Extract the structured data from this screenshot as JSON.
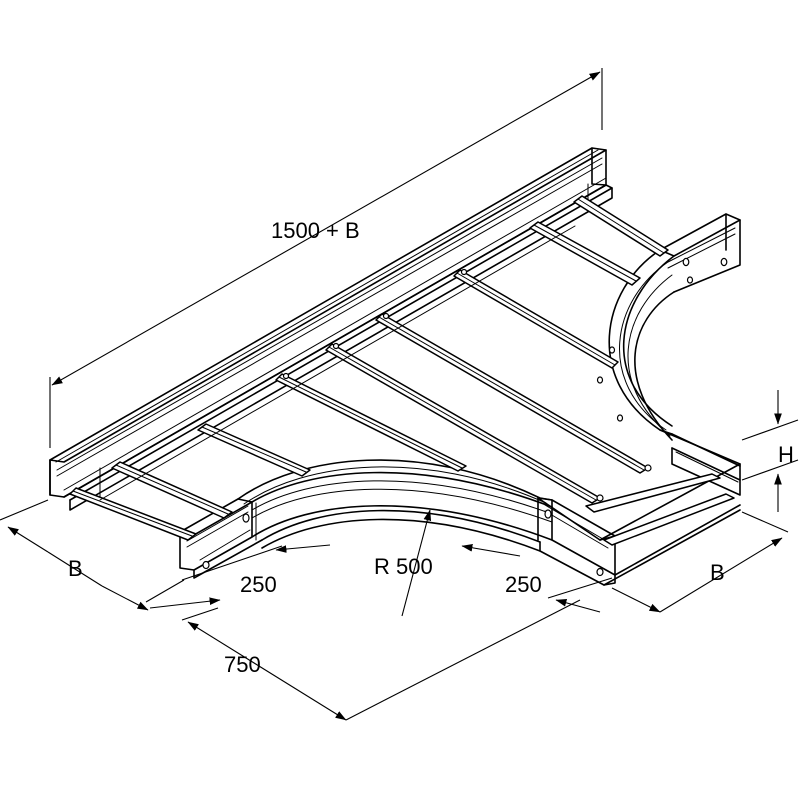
{
  "dimensions": {
    "length_label": "1500 + B",
    "width_left_label": "B",
    "width_right_label": "B",
    "height_label": "H",
    "offset_left_label": "250",
    "offset_right_label": "250",
    "radius_label": "R 500",
    "base_label": "750"
  }
}
